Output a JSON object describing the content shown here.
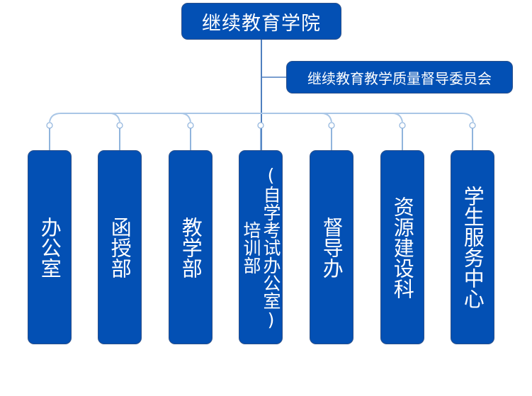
{
  "root": {
    "label": "继续教育学院"
  },
  "committee": {
    "label": "继续教育教学质量督导委员会"
  },
  "departments": [
    {
      "label": "办公室"
    },
    {
      "label": "函授部"
    },
    {
      "label": "教学部"
    },
    {
      "label": "培训部",
      "sublabel": "(自学考试办公室)"
    },
    {
      "label": "督导办"
    },
    {
      "label": "资源建设科"
    },
    {
      "label": "学生服务中心"
    }
  ],
  "colors": {
    "node_fill": "#0350b4",
    "connector": "#6a9ad0",
    "text": "#ffffff"
  }
}
